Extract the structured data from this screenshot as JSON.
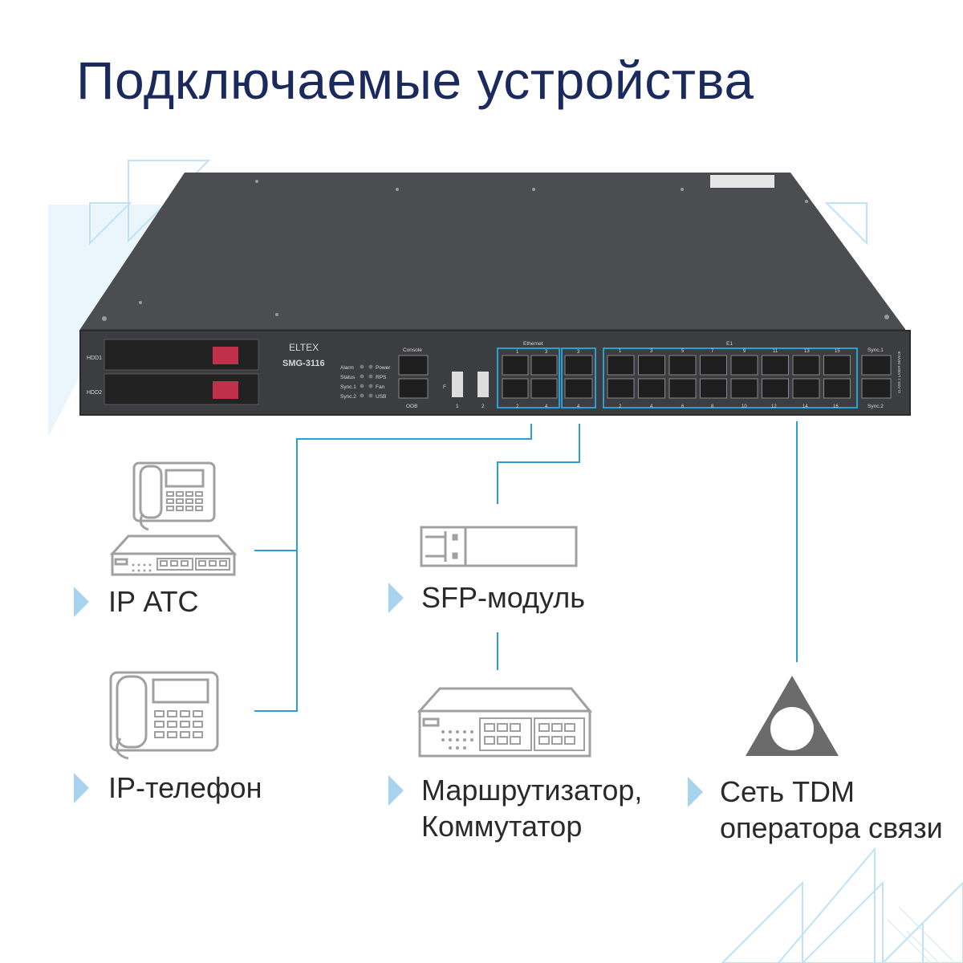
{
  "title": "Подключаемые устройства",
  "device": {
    "brand": "ELTEX",
    "model": "SMG-3116",
    "hdd_labels": [
      "HDD1",
      "HDD2"
    ],
    "led_labels": [
      "Alarm",
      "Status",
      "Sync.1",
      "Sync.2",
      "Power",
      "RPS",
      "Fan",
      "USB"
    ],
    "port_labels": {
      "console": "Console",
      "oob": "OOB",
      "ethernet": "Ethernet",
      "e1": "E1",
      "sync1": "Sync.1",
      "sync2": "Sync.2",
      "usb1": "1",
      "usb2": "2",
      "f": "F"
    },
    "eth_numbers_top": [
      "1",
      "3",
      "3"
    ],
    "eth_numbers_bottom": [
      "2",
      "4",
      "4"
    ],
    "e1_numbers_top": [
      "1",
      "3",
      "5",
      "7",
      "9",
      "11",
      "13",
      "15"
    ],
    "e1_numbers_bottom": [
      "2",
      "4",
      "6",
      "8",
      "10",
      "12",
      "14",
      "16"
    ],
    "laser_label": "CLASS 1 LASER DEVICE"
  },
  "items": {
    "ip_ats": "IP АТС",
    "ip_phone": "IP-телефон",
    "sfp": "SFP-модуль",
    "router_line1": "Маршрутизатор,",
    "router_line2": "Коммутатор",
    "tdm_line1": "Сеть TDM",
    "tdm_line2": "оператора связи"
  },
  "colors": {
    "title": "#1b2a5c",
    "connector_line": "#2a9fd6",
    "arrow": "#a8d3ef",
    "decor": "#cfe8f7",
    "icon_stroke": "#a0a0a0",
    "tdm_triangle": "#6b6b6b"
  }
}
